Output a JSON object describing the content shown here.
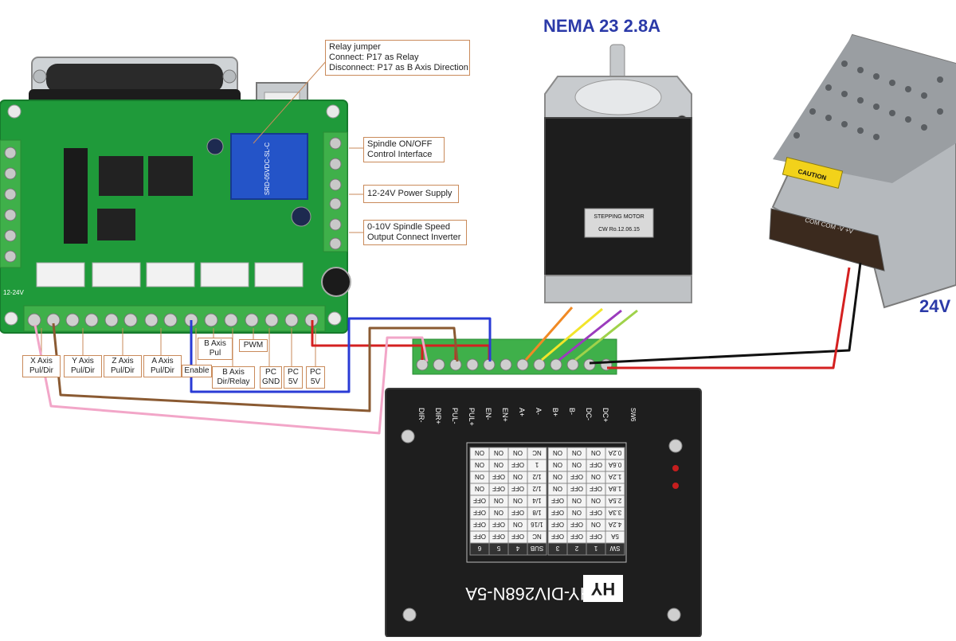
{
  "motor": {
    "title": "NEMA 23 2.8A",
    "label_line1": "STEPPING MOTOR",
    "label_line2": "CW Ro.12.06.15"
  },
  "power_supply": {
    "title": "24V",
    "caution": "CAUTION",
    "terminals": "COM COM -V +V"
  },
  "breakout_board": {
    "callouts": {
      "relay_line1": "Relay jumper",
      "relay_line2": "Connect: P17 as Relay",
      "relay_line3": "Disconnect: P17 as B Axis Direction",
      "spindle_onoff_line1": "Spindle ON/OFF",
      "spindle_onoff_line2": "Control Interface",
      "power_supply": "12-24V Power Supply",
      "spindle_speed_line1": "0-10V Spindle Speed",
      "spindle_speed_line2": "Output Connect Inverter"
    },
    "pin_labels": {
      "x_axis_1": "X Axis",
      "x_axis_2": "Pul/Dir",
      "y_axis_1": "Y Axis",
      "y_axis_2": "Pul/Dir",
      "z_axis_1": "Z Axis",
      "z_axis_2": "Pul/Dir",
      "a_axis_1": "A Axis",
      "a_axis_2": "Pul/Dir",
      "enable": "Enable",
      "b_pul_1": "B Axis",
      "b_pul_2": "Pul",
      "b_dir_1": "B Axis",
      "b_dir_2": "Dir/Relay",
      "pwm": "PWM",
      "pc_gnd_1": "PC",
      "pc_gnd_2": "GND",
      "pc_5v_a_1": "PC",
      "pc_5v_a_2": "5V",
      "pc_5v_b_1": "PC",
      "pc_5v_b_2": "5V"
    },
    "relay_text": "SRD-05VDC-SL-C",
    "side_label": "12-24V"
  },
  "driver": {
    "model": "HY-DIV268N-5A",
    "logo": "HY",
    "terminals": [
      "DIR-",
      "DIR+",
      "PUL-",
      "PUL+",
      "EN-",
      "EN+",
      "A+",
      "A-",
      "B+",
      "B-",
      "DC-",
      "DC+"
    ],
    "switch_label": "SW6",
    "current_table": {
      "header": [
        "SW",
        "1",
        "2",
        "3"
      ],
      "rows": [
        [
          "5A",
          "OFF",
          "OFF",
          "OFF"
        ],
        [
          "4.2A",
          "ON",
          "OFF",
          "OFF"
        ],
        [
          "3.3A",
          "OFF",
          "ON",
          "OFF"
        ],
        [
          "2.5A",
          "ON",
          "ON",
          "OFF"
        ],
        [
          "1.8A",
          "OFF",
          "OFF",
          "ON"
        ],
        [
          "1.2A",
          "ON",
          "OFF",
          "ON"
        ],
        [
          "0.6A",
          "OFF",
          "ON",
          "ON"
        ],
        [
          "0.2A",
          "ON",
          "ON",
          "ON"
        ]
      ]
    },
    "microstep_table": {
      "header": [
        "SUB",
        "4",
        "5",
        "6"
      ],
      "rows": [
        [
          "NC",
          "OFF",
          "OFF",
          "OFF"
        ],
        [
          "1/16",
          "ON",
          "OFF",
          "OFF"
        ],
        [
          "1/8",
          "OFF",
          "ON",
          "OFF"
        ],
        [
          "1/4",
          "ON",
          "ON",
          "OFF"
        ],
        [
          "1/2",
          "OFF",
          "OFF",
          "ON"
        ],
        [
          "1/2",
          "ON",
          "OFF",
          "ON"
        ],
        [
          "1",
          "OFF",
          "ON",
          "ON"
        ],
        [
          "NC",
          "ON",
          "ON",
          "ON"
        ]
      ]
    }
  },
  "colors": {
    "wire_red": "#d42020",
    "wire_black": "#111111",
    "wire_blue": "#2a3bd6",
    "wire_brown": "#8a5a32",
    "wire_pink": "#f2a6c8",
    "wire_orange": "#f08a24",
    "wire_yellow": "#f2e52a",
    "wire_purple": "#9b3bbd",
    "wire_green": "#9fd24a",
    "pcb_green": "#1f9a3a",
    "title_blue": "#2b3aa8"
  }
}
